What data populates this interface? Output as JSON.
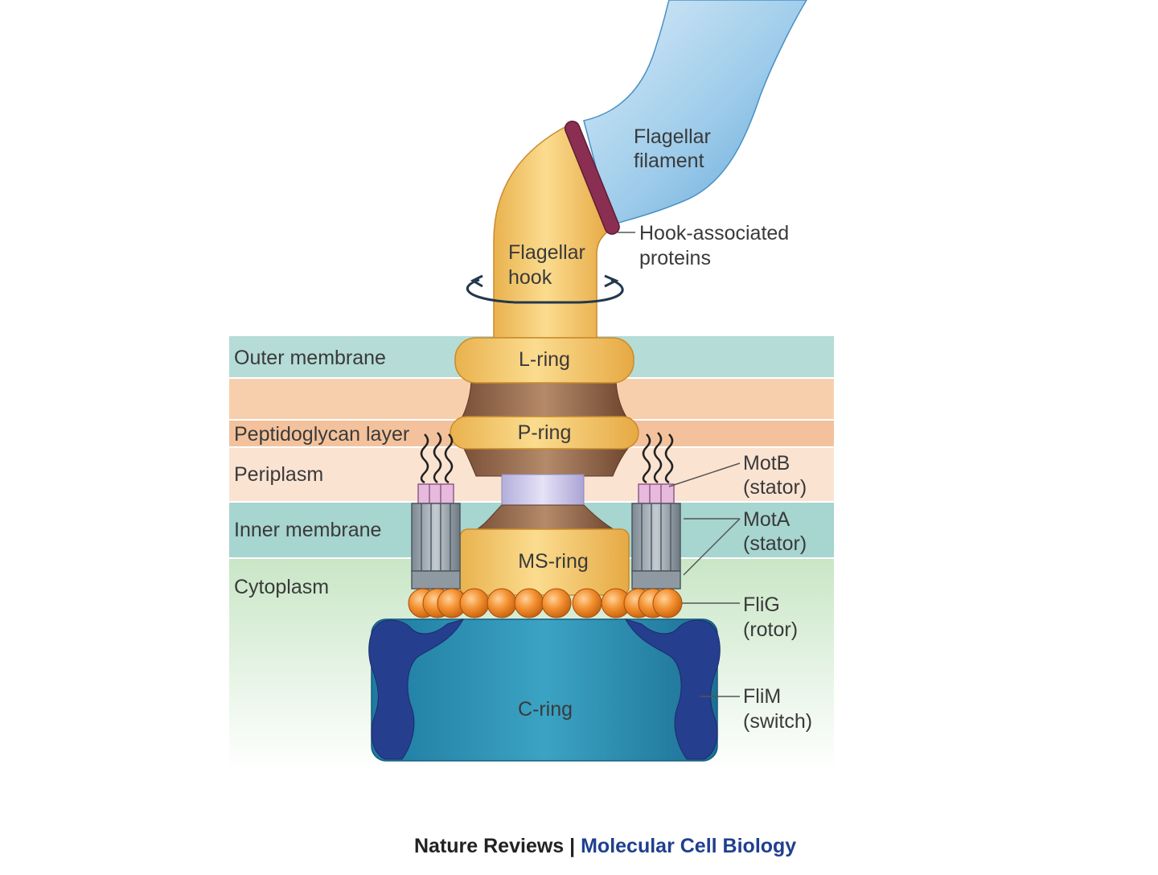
{
  "layers": {
    "outer_membrane": "Outer membrane",
    "peptidoglycan": "Peptidoglycan layer",
    "periplasm": "Periplasm",
    "inner_membrane": "Inner membrane",
    "cytoplasm": "Cytoplasm"
  },
  "parts": {
    "filament": [
      "Flagellar",
      "filament"
    ],
    "hook_associated": [
      "Hook-associated",
      "proteins"
    ],
    "hook": [
      "Flagellar",
      "hook"
    ],
    "l_ring": "L-ring",
    "p_ring": "P-ring",
    "ms_ring": "MS-ring",
    "c_ring": "C-ring",
    "motb": [
      "MotB",
      "(stator)"
    ],
    "mota": [
      "MotA",
      "(stator)"
    ],
    "flig": [
      "FliG",
      "(rotor)"
    ],
    "flim": [
      "FliM",
      "(switch)"
    ]
  },
  "credit": {
    "publisher": "Nature Reviews",
    "separator": "|",
    "journal": "Molecular Cell Biology"
  },
  "colors": {
    "outer_membrane": "#b7ddd8",
    "peptidoglycan": "#f5c9a6",
    "periplasm": "#fbe1cf",
    "inner_membrane": "#a9d6d2",
    "cytoplasm": "#d4ebd0",
    "hook": "#f6cf7a",
    "ring": "#f6cf7a",
    "rod": "#946a4e",
    "filament": "#8ec3e6",
    "hook_associated": "#8e3a5a",
    "c_ring": "#2a8fb0",
    "flim": "#283f8f",
    "flig": "#f08a2c",
    "stator": "#8f9aa3",
    "credit_journal": "#1f3f8f"
  }
}
